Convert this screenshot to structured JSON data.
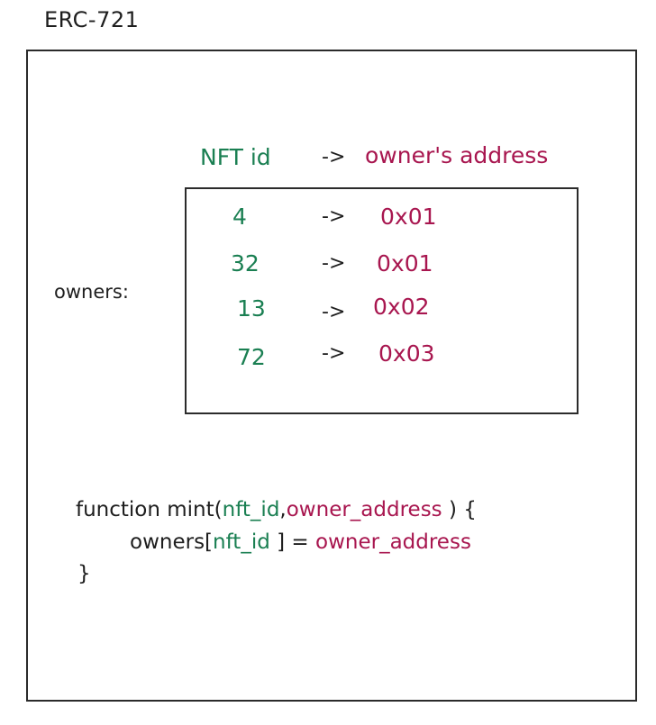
{
  "title": "ERC-721",
  "mapping": {
    "label": "owners:",
    "header": {
      "key": "NFT id",
      "arrow": "->",
      "value": "owner's address"
    },
    "rows": [
      {
        "key": "4",
        "arrow": "->",
        "value": "0x01"
      },
      {
        "key": "32",
        "arrow": "->",
        "value": "0x01"
      },
      {
        "key": "13",
        "arrow": "->",
        "value": "0x02"
      },
      {
        "key": "72",
        "arrow": "->",
        "value": "0x03"
      }
    ]
  },
  "code": {
    "line1": {
      "prefix": "function mint(",
      "param1": "nft_id",
      "comma": ",",
      "param2": "owner_address",
      "suffix": " ) {"
    },
    "line2": {
      "prefix": "owners[",
      "index": "nft_id",
      "middle": " ] = ",
      "value": "owner_address"
    },
    "line3": "}"
  },
  "colors": {
    "key": "#1a7f52",
    "value": "#a8164f",
    "ink": "#1e1e1e"
  }
}
